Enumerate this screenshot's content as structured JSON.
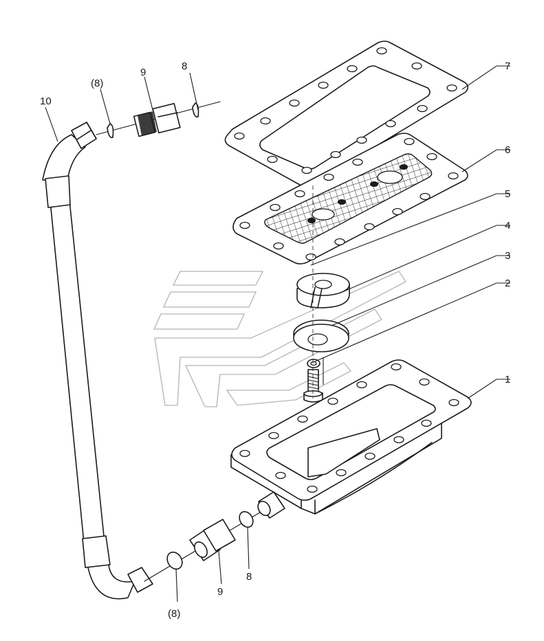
{
  "callouts": {
    "c1": "1",
    "c2": "2",
    "c3": "3",
    "c4": "4",
    "c5": "5",
    "c6": "6",
    "c7": "7",
    "c8_top": "8",
    "c8_top_paren": "(8)",
    "c9_top": "9",
    "c10": "10",
    "c8_bottom": "8",
    "c9_bottom": "9",
    "c8_bottom_paren": "(8)"
  },
  "colors": {
    "line": "#1a1a1a",
    "watermark": "#b4b4b4",
    "background": "#ffffff"
  }
}
